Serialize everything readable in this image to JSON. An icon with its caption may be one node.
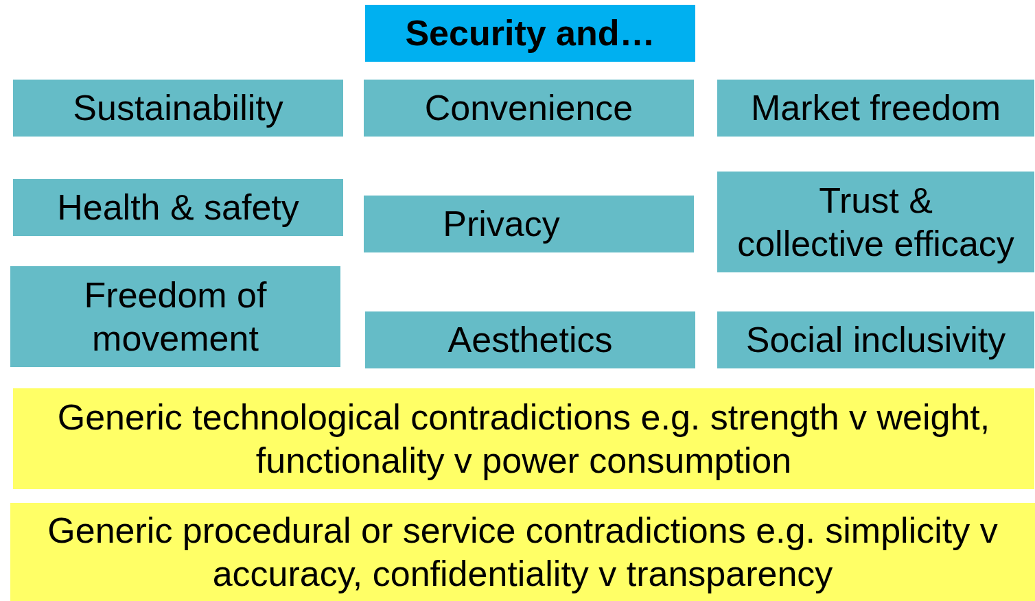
{
  "diagram": {
    "nodes": [
      {
        "text": [
          "Security and…"
        ]
      },
      {
        "text": [
          "Sustainability"
        ]
      },
      {
        "text": [
          "Convenience"
        ]
      },
      {
        "text": [
          "Market freedom"
        ]
      },
      {
        "text": [
          "Health & safety"
        ]
      },
      {
        "text": [
          "Privacy"
        ]
      },
      {
        "text": [
          "Trust & collective efficacy"
        ]
      },
      {
        "text": [
          "Freedom of movement"
        ]
      },
      {
        "text": [
          "Aesthetics"
        ]
      },
      {
        "text": [
          "Social inclusivity"
        ]
      },
      {
        "text": [
          "Generic technological contradictions e.g. strength v weight, functionality v power consumption"
        ]
      },
      {
        "text": [
          "Generic procedural or service contradictions e.g. simplicity v accuracy, confidentiality v transparency"
        ]
      }
    ]
  }
}
